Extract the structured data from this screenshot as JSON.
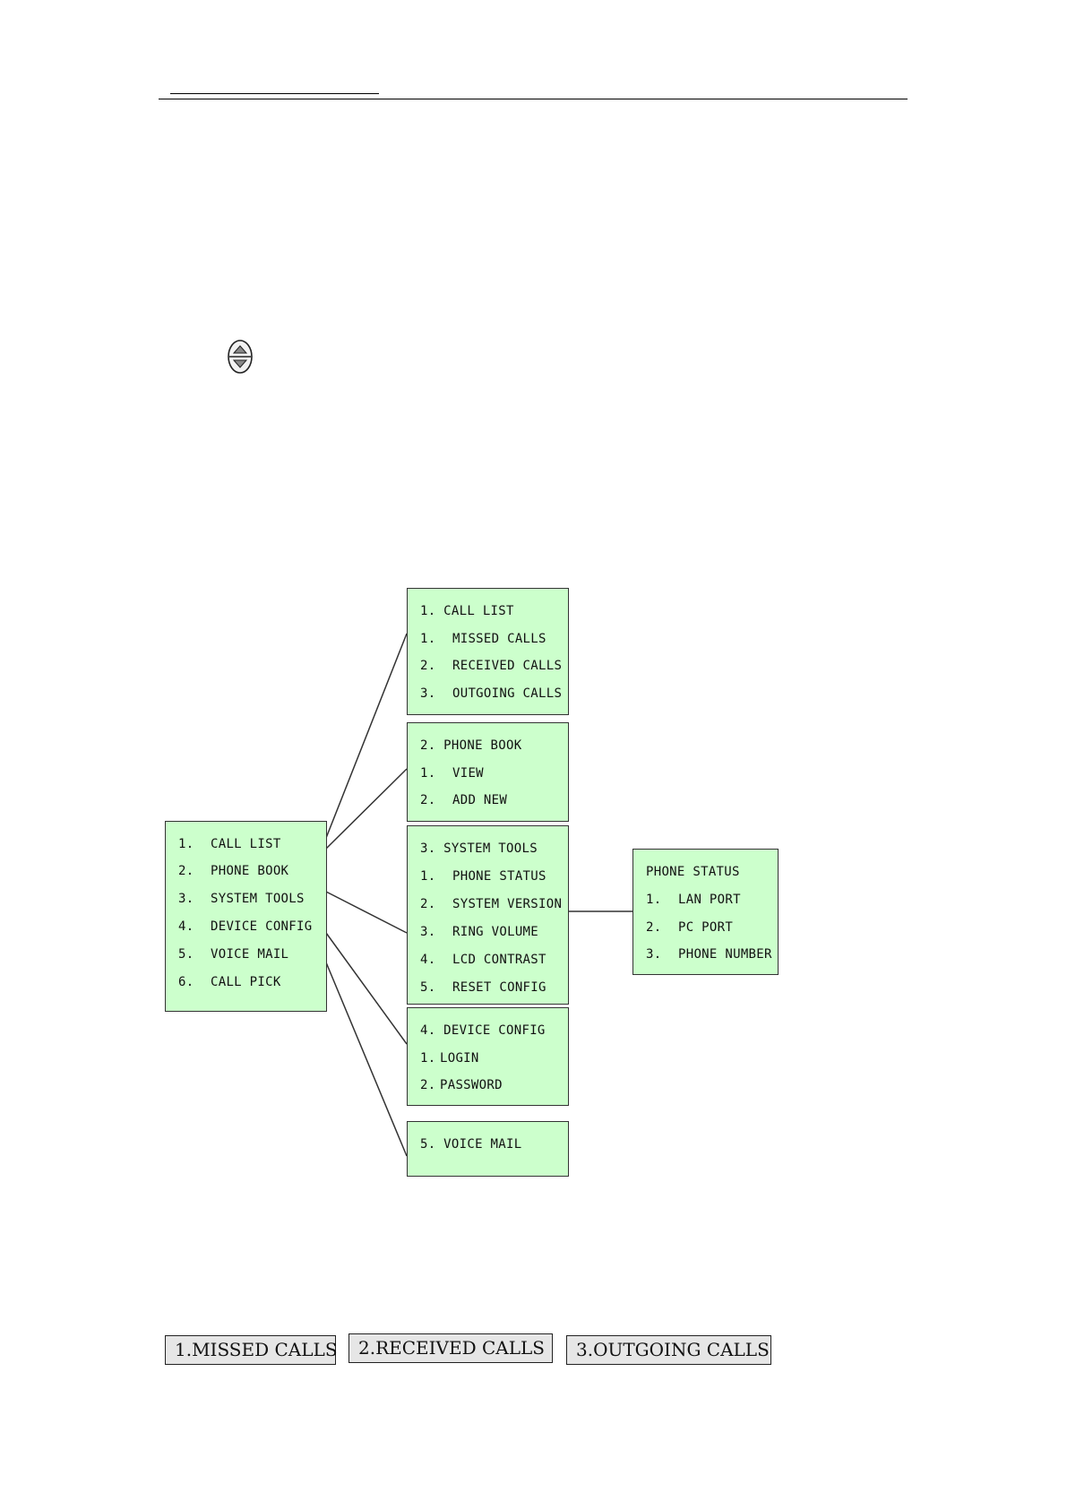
{
  "main_menu": {
    "items": [
      {
        "num": "1.",
        "label": "CALL LIST"
      },
      {
        "num": "2.",
        "label": "PHONE BOOK"
      },
      {
        "num": "3.",
        "label": "SYSTEM TOOLS"
      },
      {
        "num": "4.",
        "label": "DEVICE CONFIG"
      },
      {
        "num": "5.",
        "label": "VOICE MAIL"
      },
      {
        "num": "6.",
        "label": "CALL PICK"
      }
    ]
  },
  "call_list": {
    "title": "1. CALL LIST",
    "items": [
      {
        "num": "1.",
        "label": "MISSED CALLS"
      },
      {
        "num": "2.",
        "label": "RECEIVED CALLS"
      },
      {
        "num": "3.",
        "label": "OUTGOING CALLS"
      }
    ]
  },
  "phone_book": {
    "title": "2. PHONE BOOK",
    "items": [
      {
        "num": "1.",
        "label": "VIEW"
      },
      {
        "num": "2.",
        "label": "ADD NEW"
      }
    ]
  },
  "system_tools": {
    "title": "3. SYSTEM TOOLS",
    "items": [
      {
        "num": "1.",
        "label": "PHONE STATUS"
      },
      {
        "num": "2.",
        "label": "SYSTEM VERSION"
      },
      {
        "num": "3.",
        "label": "RING VOLUME"
      },
      {
        "num": "4.",
        "label": "LCD CONTRAST"
      },
      {
        "num": "5.",
        "label": "RESET CONFIG"
      }
    ]
  },
  "phone_status": {
    "title": "PHONE STATUS",
    "items": [
      {
        "num": "1.",
        "label": "LAN PORT"
      },
      {
        "num": "2.",
        "label": "PC PORT"
      },
      {
        "num": "3.",
        "label": "PHONE NUMBER"
      }
    ]
  },
  "device_config": {
    "title": "4. DEVICE CONFIG",
    "items": [
      {
        "num": "1.",
        "label": "LOGIN"
      },
      {
        "num": "2.",
        "label": "PASSWORD"
      }
    ]
  },
  "voice_mail": {
    "title": "5. VOICE MAIL"
  },
  "softkeys": {
    "missed": "1.MISSED CALLS",
    "received": "2.RECEIVED CALLS",
    "outgoing": "3.OUTGOING CALLS"
  },
  "icons": {
    "nav": "up-down-navigation-key-icon"
  }
}
